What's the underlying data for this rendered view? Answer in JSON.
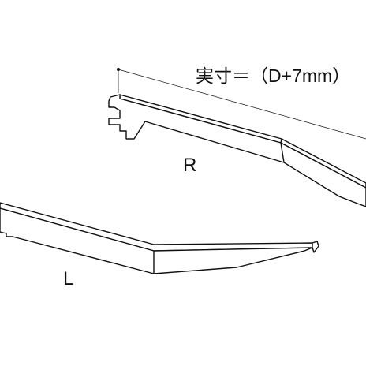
{
  "dimension_label": "実寸＝（D+7mm）",
  "right_label": "R",
  "left_label": "L"
}
